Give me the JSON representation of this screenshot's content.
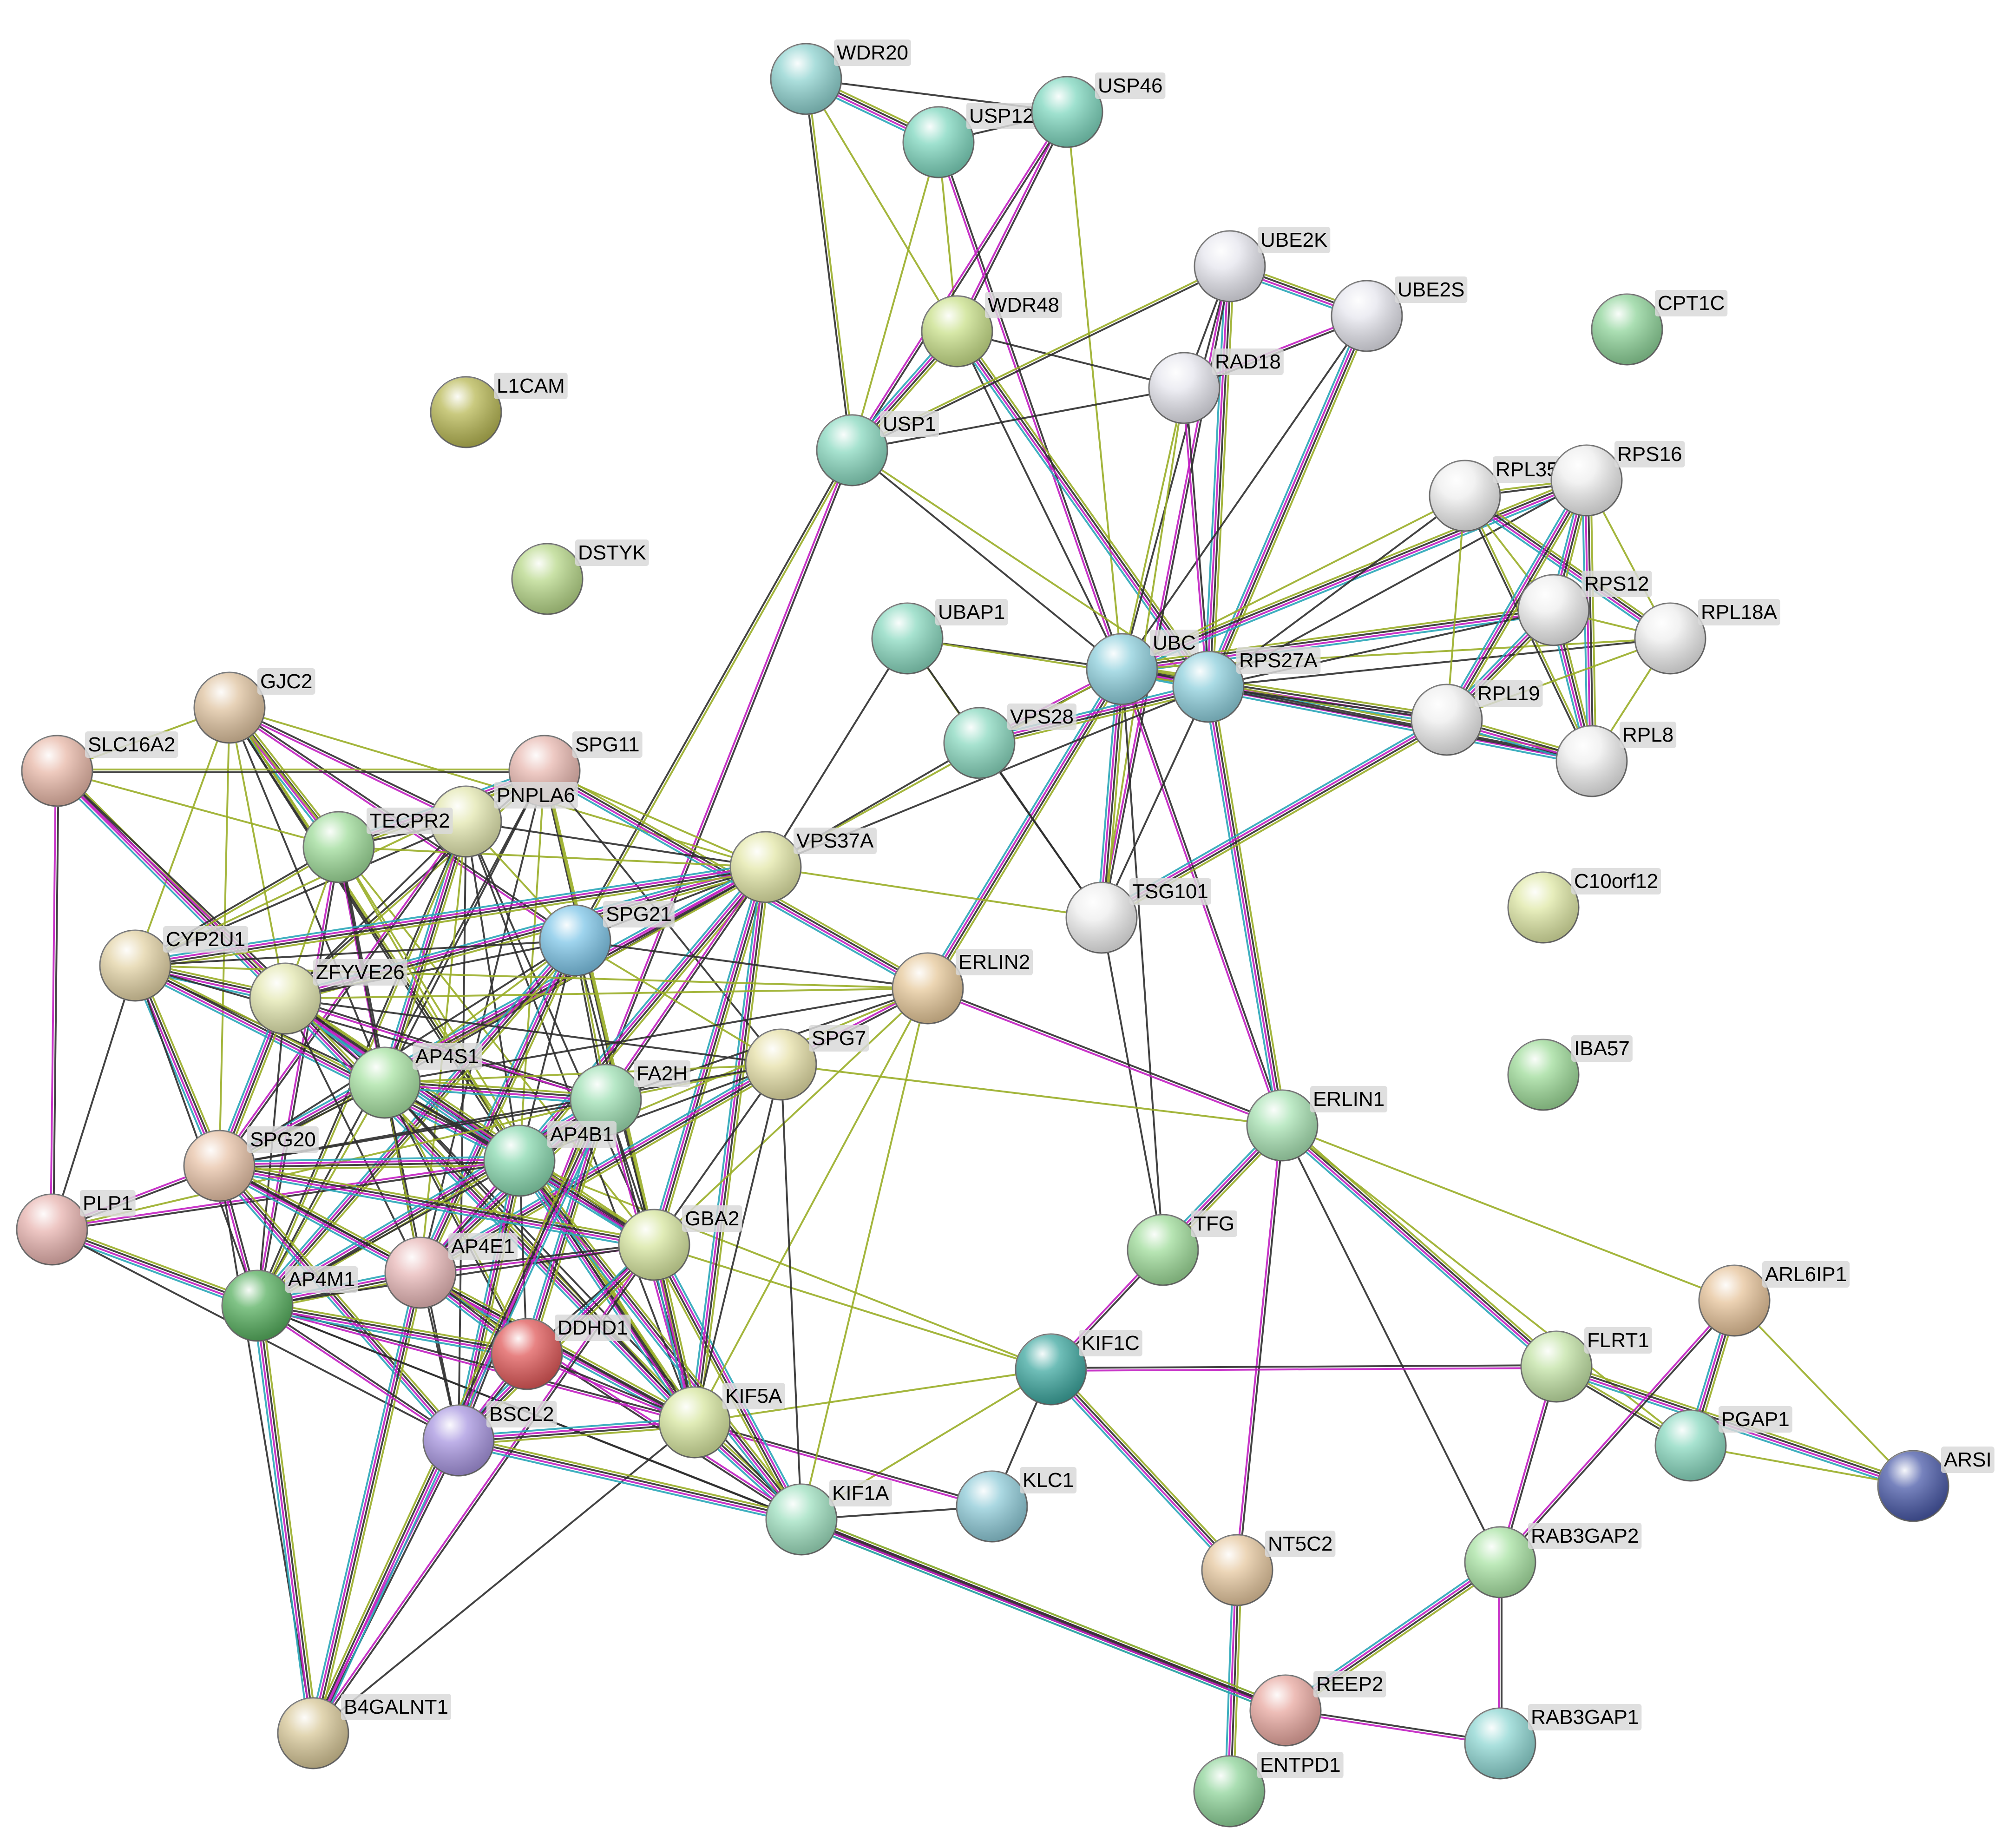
{
  "network": {
    "nodes": [
      {
        "id": "WDR20",
        "color": "#8fd3d0"
      },
      {
        "id": "USP12",
        "color": "#7fd7bf"
      },
      {
        "id": "USP46",
        "color": "#7fd7bf"
      },
      {
        "id": "UBE2K",
        "color": "#e6e6ee"
      },
      {
        "id": "UBE2S",
        "color": "#e6e6ee"
      },
      {
        "id": "WDR48",
        "color": "#c9e08a"
      },
      {
        "id": "RAD18",
        "color": "#e6e6ee"
      },
      {
        "id": "CPT1C",
        "color": "#8fd49a"
      },
      {
        "id": "L1CAM",
        "color": "#b8b855"
      },
      {
        "id": "USP1",
        "color": "#8ad9c0"
      },
      {
        "id": "RPL35",
        "color": "#eeeeee"
      },
      {
        "id": "RPS16",
        "color": "#eeeeee"
      },
      {
        "id": "DSTYK",
        "color": "#b8d88a"
      },
      {
        "id": "RPS12",
        "color": "#eeeeee"
      },
      {
        "id": "RPL18A",
        "color": "#eeeeee"
      },
      {
        "id": "UBAP1",
        "color": "#8ad9c0"
      },
      {
        "id": "UBC",
        "color": "#8fd0dd"
      },
      {
        "id": "RPS27A",
        "color": "#8fd0dd"
      },
      {
        "id": "RPL19",
        "color": "#eeeeee"
      },
      {
        "id": "GJC2",
        "color": "#dfc3a0"
      },
      {
        "id": "VPS28",
        "color": "#8ad9c0"
      },
      {
        "id": "RPL8",
        "color": "#eeeeee"
      },
      {
        "id": "SLC16A2",
        "color": "#e8b8a8"
      },
      {
        "id": "SPG11",
        "color": "#e8b8b0"
      },
      {
        "id": "PNPLA6",
        "color": "#e3e7b0"
      },
      {
        "id": "TECPR2",
        "color": "#9fdc9a"
      },
      {
        "id": "VPS37A",
        "color": "#e3e7a8"
      },
      {
        "id": "C10orf12",
        "color": "#dfe8a6"
      },
      {
        "id": "TSG101",
        "color": "#eeeeee"
      },
      {
        "id": "SPG21",
        "color": "#7fc6e8"
      },
      {
        "id": "CYP2U1",
        "color": "#e3d3a6"
      },
      {
        "id": "ERLIN2",
        "color": "#e6c89a"
      },
      {
        "id": "ZFYVE26",
        "color": "#e3e7b0"
      },
      {
        "id": "SPG7",
        "color": "#e6e0a8"
      },
      {
        "id": "IBA57",
        "color": "#9fdc9a"
      },
      {
        "id": "AP4S1",
        "color": "#a9e3a4"
      },
      {
        "id": "FA2H",
        "color": "#9fe0b4"
      },
      {
        "id": "ERLIN1",
        "color": "#a9e3b4"
      },
      {
        "id": "SPG20",
        "color": "#e8c3a8"
      },
      {
        "id": "AP4B1",
        "color": "#8ad9b0"
      },
      {
        "id": "PLP1",
        "color": "#e8b4b0"
      },
      {
        "id": "TFG",
        "color": "#9fdc9a"
      },
      {
        "id": "GBA2",
        "color": "#d7e6a0"
      },
      {
        "id": "AP4E1",
        "color": "#e8b8b8"
      },
      {
        "id": "AP4M1",
        "color": "#58b060"
      },
      {
        "id": "ARL6IP1",
        "color": "#e6c39a"
      },
      {
        "id": "DDHD1",
        "color": "#e05a5a"
      },
      {
        "id": "KIF1C",
        "color": "#3fa8a0"
      },
      {
        "id": "FLRT1",
        "color": "#c3e3a6"
      },
      {
        "id": "BSCL2",
        "color": "#a896e0"
      },
      {
        "id": "KIF5A",
        "color": "#d7e6a0"
      },
      {
        "id": "PGAP1",
        "color": "#8ad9c0"
      },
      {
        "id": "ARSI",
        "color": "#4a5aa8"
      },
      {
        "id": "KLC1",
        "color": "#8fcbd8"
      },
      {
        "id": "KIF1A",
        "color": "#9fe0c0"
      },
      {
        "id": "NT5C2",
        "color": "#e6c8a0"
      },
      {
        "id": "RAB3GAP2",
        "color": "#a9e3a4"
      },
      {
        "id": "REEP2",
        "color": "#e8a8a0"
      },
      {
        "id": "B4GALNT1",
        "color": "#d8c899"
      },
      {
        "id": "RAB3GAP1",
        "color": "#8fd7d3"
      },
      {
        "id": "ENTPD1",
        "color": "#8fd49a"
      }
    ],
    "edges": [
      [
        "WDR20",
        "USP12"
      ],
      [
        "WDR20",
        "USP46"
      ],
      [
        "WDR20",
        "WDR48"
      ],
      [
        "WDR20",
        "USP1"
      ],
      [
        "USP12",
        "USP46"
      ],
      [
        "USP12",
        "WDR48"
      ],
      [
        "USP12",
        "USP1"
      ],
      [
        "USP12",
        "UBC"
      ],
      [
        "USP46",
        "WDR48"
      ],
      [
        "USP46",
        "USP1"
      ],
      [
        "USP46",
        "UBC"
      ],
      [
        "WDR48",
        "USP1"
      ],
      [
        "WDR48",
        "UBC"
      ],
      [
        "WDR48",
        "RPS27A"
      ],
      [
        "WDR48",
        "RAD18"
      ],
      [
        "USP1",
        "UBC"
      ],
      [
        "USP1",
        "RPS27A"
      ],
      [
        "USP1",
        "RAD18"
      ],
      [
        "USP1",
        "UBE2K"
      ],
      [
        "USP1",
        "SPG21"
      ],
      [
        "USP1",
        "BSCL2"
      ],
      [
        "UBE2K",
        "UBE2S"
      ],
      [
        "UBE2K",
        "RAD18"
      ],
      [
        "UBE2K",
        "UBC"
      ],
      [
        "UBE2K",
        "RPS27A"
      ],
      [
        "UBE2K",
        "TSG101"
      ],
      [
        "UBE2S",
        "RAD18"
      ],
      [
        "UBE2S",
        "UBC"
      ],
      [
        "UBE2S",
        "RPS27A"
      ],
      [
        "RAD18",
        "UBC"
      ],
      [
        "RAD18",
        "RPS27A"
      ],
      [
        "RAD18",
        "TSG101"
      ],
      [
        "UBC",
        "RPS27A"
      ],
      [
        "UBC",
        "UBAP1"
      ],
      [
        "UBC",
        "VPS28"
      ],
      [
        "UBC",
        "TSG101"
      ],
      [
        "UBC",
        "VPS37A"
      ],
      [
        "UBC",
        "RPL35"
      ],
      [
        "UBC",
        "RPS16"
      ],
      [
        "UBC",
        "RPS12"
      ],
      [
        "UBC",
        "RPL18A"
      ],
      [
        "UBC",
        "RPL19"
      ],
      [
        "UBC",
        "RPL8"
      ],
      [
        "UBC",
        "ERLIN1"
      ],
      [
        "UBC",
        "ERLIN2"
      ],
      [
        "UBC",
        "TFG"
      ],
      [
        "RPS27A",
        "UBAP1"
      ],
      [
        "RPS27A",
        "VPS28"
      ],
      [
        "RPS27A",
        "TSG101"
      ],
      [
        "RPS27A",
        "RPL35"
      ],
      [
        "RPS27A",
        "RPS16"
      ],
      [
        "RPS27A",
        "RPS12"
      ],
      [
        "RPS27A",
        "RPL18A"
      ],
      [
        "RPS27A",
        "RPL19"
      ],
      [
        "RPS27A",
        "RPL8"
      ],
      [
        "RPS27A",
        "ERLIN1"
      ],
      [
        "RPS27A",
        "VPS37A"
      ],
      [
        "RPL35",
        "RPS16"
      ],
      [
        "RPL35",
        "RPS12"
      ],
      [
        "RPL35",
        "RPL18A"
      ],
      [
        "RPL35",
        "RPL19"
      ],
      [
        "RPL35",
        "RPL8"
      ],
      [
        "RPS16",
        "RPS12"
      ],
      [
        "RPS16",
        "RPL18A"
      ],
      [
        "RPS16",
        "RPL19"
      ],
      [
        "RPS16",
        "RPL8"
      ],
      [
        "RPS12",
        "RPL18A"
      ],
      [
        "RPS12",
        "RPL19"
      ],
      [
        "RPS12",
        "RPL8"
      ],
      [
        "RPL18A",
        "RPL19"
      ],
      [
        "RPL18A",
        "RPL8"
      ],
      [
        "RPL19",
        "RPL8"
      ],
      [
        "RPL19",
        "TSG101"
      ],
      [
        "UBAP1",
        "VPS28"
      ],
      [
        "UBAP1",
        "TSG101"
      ],
      [
        "UBAP1",
        "VPS37A"
      ],
      [
        "VPS28",
        "TSG101"
      ],
      [
        "VPS28",
        "VPS37A"
      ],
      [
        "VPS37A",
        "TSG101"
      ],
      [
        "TSG101",
        "TFG"
      ],
      [
        "ERLIN2",
        "ERLIN1"
      ],
      [
        "ERLIN1",
        "TFG"
      ],
      [
        "ERLIN1",
        "FLRT1"
      ],
      [
        "ERLIN1",
        "ARL6IP1"
      ],
      [
        "ERLIN1",
        "RAB3GAP2"
      ],
      [
        "ERLIN1",
        "PGAP1"
      ],
      [
        "ERLIN1",
        "NT5C2"
      ],
      [
        "ERLIN1",
        "SPG7"
      ],
      [
        "TFG",
        "KIF1C"
      ],
      [
        "KIF1C",
        "KLC1"
      ],
      [
        "KIF1C",
        "KIF1A"
      ],
      [
        "KIF1C",
        "KIF5A"
      ],
      [
        "KIF1C",
        "FLRT1"
      ],
      [
        "KIF1C",
        "NT5C2"
      ],
      [
        "KIF1C",
        "GBA2"
      ],
      [
        "KIF1C",
        "AP4B1"
      ],
      [
        "FLRT1",
        "PGAP1"
      ],
      [
        "FLRT1",
        "RAB3GAP2"
      ],
      [
        "FLRT1",
        "ARSI"
      ],
      [
        "ARL6IP1",
        "PGAP1"
      ],
      [
        "ARL6IP1",
        "ARSI"
      ],
      [
        "ARL6IP1",
        "RAB3GAP2"
      ],
      [
        "PGAP1",
        "ARSI"
      ],
      [
        "RAB3GAP2",
        "RAB3GAP1"
      ],
      [
        "RAB3GAP2",
        "REEP2"
      ],
      [
        "REEP2",
        "RAB3GAP1"
      ],
      [
        "REEP2",
        "KIF1A"
      ],
      [
        "REEP2",
        "AP4M1"
      ],
      [
        "NT5C2",
        "ENTPD1"
      ],
      [
        "KIF5A",
        "KLC1"
      ],
      [
        "KIF5A",
        "KIF1A"
      ],
      [
        "KIF1A",
        "KLC1"
      ],
      [
        "KIF1A",
        "REEP2"
      ],
      [
        "KIF1A",
        "AP4E1"
      ],
      [
        "KIF1A",
        "GBA2"
      ],
      [
        "GJC2",
        "SLC16A2"
      ],
      [
        "GJC2",
        "TECPR2"
      ],
      [
        "GJC2",
        "PNPLA6"
      ],
      [
        "GJC2",
        "VPS37A"
      ],
      [
        "GJC2",
        "CYP2U1"
      ],
      [
        "GJC2",
        "ZFYVE26"
      ],
      [
        "GJC2",
        "AP4S1"
      ],
      [
        "GJC2",
        "AP4B1"
      ],
      [
        "GJC2",
        "SPG20"
      ],
      [
        "GJC2",
        "GBA2"
      ],
      [
        "GJC2",
        "KIF5A"
      ],
      [
        "GJC2",
        "SPG21"
      ],
      [
        "SLC16A2",
        "PLP1"
      ],
      [
        "SLC16A2",
        "TECPR2"
      ],
      [
        "SLC16A2",
        "ZFYVE26"
      ],
      [
        "SLC16A2",
        "AP4S1"
      ],
      [
        "SLC16A2",
        "SPG11"
      ],
      [
        "SPG11",
        "PNPLA6"
      ],
      [
        "SPG11",
        "TECPR2"
      ],
      [
        "SPG11",
        "VPS37A"
      ],
      [
        "SPG11",
        "ZFYVE26"
      ],
      [
        "SPG11",
        "AP4S1"
      ],
      [
        "SPG11",
        "AP4B1"
      ],
      [
        "SPG11",
        "GBA2"
      ],
      [
        "SPG11",
        "KIF5A"
      ],
      [
        "SPG11",
        "CYP2U1"
      ],
      [
        "SPG11",
        "SPG7"
      ],
      [
        "SPG11",
        "ERLIN2"
      ],
      [
        "SPG11",
        "AP4E1"
      ],
      [
        "SPG11",
        "AP4M1"
      ],
      [
        "PNPLA6",
        "TECPR2"
      ],
      [
        "PNPLA6",
        "SPG21"
      ],
      [
        "PNPLA6",
        "VPS37A"
      ],
      [
        "PNPLA6",
        "ZFYVE26"
      ],
      [
        "PNPLA6",
        "AP4S1"
      ],
      [
        "PNPLA6",
        "AP4B1"
      ],
      [
        "PNPLA6",
        "GBA2"
      ],
      [
        "PNPLA6",
        "KIF5A"
      ],
      [
        "PNPLA6",
        "AP4E1"
      ],
      [
        "PNPLA6",
        "AP4M1"
      ],
      [
        "PNPLA6",
        "SPG20"
      ],
      [
        "PNPLA6",
        "CYP2U1"
      ],
      [
        "PNPLA6",
        "BSCL2"
      ],
      [
        "TECPR2",
        "ZFYVE26"
      ],
      [
        "TECPR2",
        "AP4S1"
      ],
      [
        "TECPR2",
        "AP4B1"
      ],
      [
        "TECPR2",
        "AP4E1"
      ],
      [
        "TECPR2",
        "AP4M1"
      ],
      [
        "TECPR2",
        "KIF5A"
      ],
      [
        "TECPR2",
        "CYP2U1"
      ],
      [
        "TECPR2",
        "VPS37A"
      ],
      [
        "VPS37A",
        "SPG21"
      ],
      [
        "VPS37A",
        "ZFYVE26"
      ],
      [
        "VPS37A",
        "AP4S1"
      ],
      [
        "VPS37A",
        "AP4B1"
      ],
      [
        "VPS37A",
        "FA2H"
      ],
      [
        "VPS37A",
        "GBA2"
      ],
      [
        "VPS37A",
        "SPG20"
      ],
      [
        "VPS37A",
        "CYP2U1"
      ],
      [
        "VPS37A",
        "KIF5A"
      ],
      [
        "SPG21",
        "ZFYVE26"
      ],
      [
        "SPG21",
        "AP4S1"
      ],
      [
        "SPG21",
        "AP4B1"
      ],
      [
        "SPG21",
        "FA2H"
      ],
      [
        "SPG21",
        "GBA2"
      ],
      [
        "SPG21",
        "SPG20"
      ],
      [
        "SPG21",
        "ERLIN2"
      ],
      [
        "SPG21",
        "SPG7"
      ],
      [
        "SPG21",
        "AP4M1"
      ],
      [
        "SPG21",
        "AP4E1"
      ],
      [
        "SPG21",
        "CYP2U1"
      ],
      [
        "CYP2U1",
        "ZFYVE26"
      ],
      [
        "CYP2U1",
        "AP4S1"
      ],
      [
        "CYP2U1",
        "PLP1"
      ],
      [
        "CYP2U1",
        "SPG20"
      ],
      [
        "CYP2U1",
        "AP4B1"
      ],
      [
        "CYP2U1",
        "ERLIN2"
      ],
      [
        "CYP2U1",
        "AP4M1"
      ],
      [
        "CYP2U1",
        "FA2H"
      ],
      [
        "ZFYVE26",
        "AP4S1"
      ],
      [
        "ZFYVE26",
        "AP4B1"
      ],
      [
        "ZFYVE26",
        "FA2H"
      ],
      [
        "ZFYVE26",
        "SPG20"
      ],
      [
        "ZFYVE26",
        "AP4E1"
      ],
      [
        "ZFYVE26",
        "AP4M1"
      ],
      [
        "ZFYVE26",
        "ERLIN2"
      ],
      [
        "ZFYVE26",
        "SPG7"
      ],
      [
        "ZFYVE26",
        "GBA2"
      ],
      [
        "ZFYVE26",
        "KIF5A"
      ],
      [
        "ERLIN2",
        "SPG7"
      ],
      [
        "ERLIN2",
        "AP4B1"
      ],
      [
        "ERLIN2",
        "FA2H"
      ],
      [
        "ERLIN2",
        "GBA2"
      ],
      [
        "ERLIN2",
        "AP4S1"
      ],
      [
        "ERLIN2",
        "KIF5A"
      ],
      [
        "ERLIN2",
        "KIF1A"
      ],
      [
        "SPG7",
        "AP4B1"
      ],
      [
        "SPG7",
        "FA2H"
      ],
      [
        "SPG7",
        "GBA2"
      ],
      [
        "SPG7",
        "AP4S1"
      ],
      [
        "SPG7",
        "SPG20"
      ],
      [
        "SPG7",
        "KIF5A"
      ],
      [
        "SPG7",
        "KIF1A"
      ],
      [
        "SPG7",
        "AP4E1"
      ],
      [
        "AP4S1",
        "AP4B1"
      ],
      [
        "AP4S1",
        "AP4E1"
      ],
      [
        "AP4S1",
        "AP4M1"
      ],
      [
        "AP4S1",
        "FA2H"
      ],
      [
        "AP4S1",
        "SPG20"
      ],
      [
        "AP4S1",
        "GBA2"
      ],
      [
        "AP4S1",
        "KIF5A"
      ],
      [
        "AP4S1",
        "DDHD1"
      ],
      [
        "AP4S1",
        "BSCL2"
      ],
      [
        "AP4S1",
        "KIF1A"
      ],
      [
        "FA2H",
        "AP4B1"
      ],
      [
        "FA2H",
        "GBA2"
      ],
      [
        "FA2H",
        "SPG20"
      ],
      [
        "FA2H",
        "AP4E1"
      ],
      [
        "FA2H",
        "AP4M1"
      ],
      [
        "FA2H",
        "KIF5A"
      ],
      [
        "FA2H",
        "DDHD1"
      ],
      [
        "FA2H",
        "PLP1"
      ],
      [
        "AP4B1",
        "AP4E1"
      ],
      [
        "AP4B1",
        "AP4M1"
      ],
      [
        "AP4B1",
        "SPG20"
      ],
      [
        "AP4B1",
        "GBA2"
      ],
      [
        "AP4B1",
        "KIF5A"
      ],
      [
        "AP4B1",
        "DDHD1"
      ],
      [
        "AP4B1",
        "BSCL2"
      ],
      [
        "AP4B1",
        "PLP1"
      ],
      [
        "AP4B1",
        "KIF1A"
      ],
      [
        "SPG20",
        "PLP1"
      ],
      [
        "SPG20",
        "AP4E1"
      ],
      [
        "SPG20",
        "AP4M1"
      ],
      [
        "SPG20",
        "GBA2"
      ],
      [
        "SPG20",
        "KIF5A"
      ],
      [
        "SPG20",
        "BSCL2"
      ],
      [
        "SPG20",
        "B4GALNT1"
      ],
      [
        "PLP1",
        "AP4M1"
      ],
      [
        "PLP1",
        "BSCL2"
      ],
      [
        "AP4E1",
        "AP4M1"
      ],
      [
        "AP4E1",
        "GBA2"
      ],
      [
        "AP4E1",
        "KIF5A"
      ],
      [
        "AP4E1",
        "DDHD1"
      ],
      [
        "AP4E1",
        "BSCL2"
      ],
      [
        "AP4E1",
        "B4GALNT1"
      ],
      [
        "AP4M1",
        "GBA2"
      ],
      [
        "AP4M1",
        "KIF5A"
      ],
      [
        "AP4M1",
        "BSCL2"
      ],
      [
        "AP4M1",
        "DDHD1"
      ],
      [
        "AP4M1",
        "B4GALNT1"
      ],
      [
        "AP4M1",
        "KIF1A"
      ],
      [
        "GBA2",
        "KIF5A"
      ],
      [
        "GBA2",
        "DDHD1"
      ],
      [
        "GBA2",
        "BSCL2"
      ],
      [
        "GBA2",
        "B4GALNT1"
      ],
      [
        "DDHD1",
        "KIF5A"
      ],
      [
        "DDHD1",
        "BSCL2"
      ],
      [
        "KIF5A",
        "BSCL2"
      ],
      [
        "KIF5A",
        "B4GALNT1"
      ],
      [
        "BSCL2",
        "B4GALNT1"
      ],
      [
        "BSCL2",
        "KIF1A"
      ],
      [
        "B4GALNT1",
        "FA2H"
      ]
    ]
  }
}
